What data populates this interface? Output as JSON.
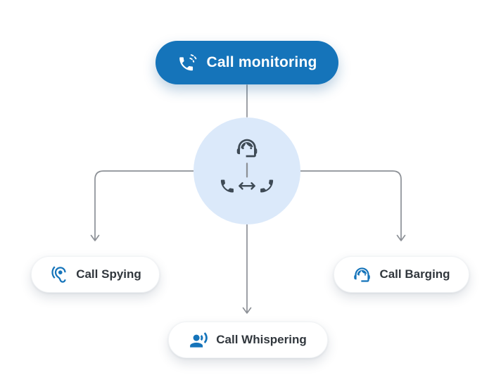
{
  "colors": {
    "primary": "#1574ba",
    "hub-bg": "#dbe9fa",
    "line": "#8c9096",
    "label": "#31373d"
  },
  "diagram": {
    "root": {
      "label": "Call monitoring",
      "icon": "phone-in-talk-icon"
    },
    "hub": {
      "icon": "agent-call-routing-icon"
    },
    "children": [
      {
        "label": "Call Spying",
        "icon": "ear-listening-icon"
      },
      {
        "label": "Call Whispering",
        "icon": "voice-over-icon"
      },
      {
        "label": "Call Barging",
        "icon": "support-agent-icon"
      }
    ]
  }
}
